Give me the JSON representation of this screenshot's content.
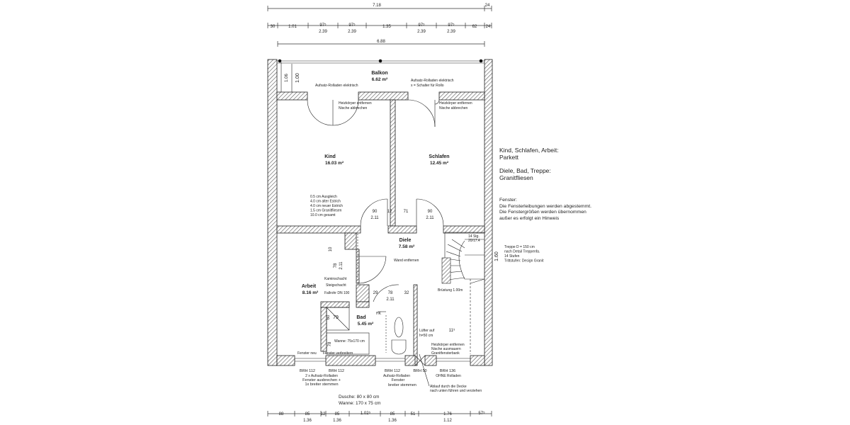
{
  "rooms": {
    "balkon": {
      "name": "Balkon",
      "area": "6.62 m²"
    },
    "kind": {
      "name": "Kind",
      "area": "16.03 m²"
    },
    "schlafen": {
      "name": "Schlafen",
      "area": "12.45 m²"
    },
    "diele": {
      "name": "Diele",
      "area": "7.58 m²"
    },
    "arbeit": {
      "name": "Arbeit",
      "area": "8.16 m²"
    },
    "bad": {
      "name": "Bad",
      "area": "5.45 m²"
    }
  },
  "top_dims": {
    "overall": "7.18",
    "overall_right": "24",
    "row": [
      "30",
      "1.01",
      "97⁵",
      "97⁵",
      "1.35",
      "97⁵",
      "97⁵",
      "62",
      "24"
    ],
    "row_sub": [
      "2.39",
      "2.39",
      "2.39",
      "2.39"
    ],
    "inner": "6.88"
  },
  "bottom_dims": {
    "row": [
      "88",
      "85",
      "12",
      "85",
      "1.02⁵",
      "85",
      "51",
      "1.76",
      "57⁵"
    ],
    "row_sub": [
      "1.36",
      "1.36",
      "1.36",
      "1.12"
    ]
  },
  "plan_labels": {
    "balkon_depth_1": "1.06",
    "balkon_depth_2": "1.00",
    "rollladen_left": "Aufsatz-Rolladen elektrisch",
    "rollladen_right_1": "Aufsatz-Rolladen elektrisch",
    "rollladen_right_2": "x = Schalter für Rollo",
    "heiz_left_1": "Heizkörper entfernen",
    "heiz_left_2": "Nische abbrechen",
    "heiz_right_1": "Heizkörper entfernen",
    "heiz_right_2": "Nische abbrechen",
    "floor_build": [
      "0.5 cm Ausgleich",
      "4.0 cm alter Estrich",
      "4.0 cm neuer Estrich",
      "1.5 cm Granitfliesen",
      "10.0 cm gesamt"
    ],
    "door_kind_w": "90",
    "door_kind_h": "2.11",
    "door_12": "12",
    "door_71": "71",
    "door_schlafen_w": "90",
    "door_schlafen_h": "2.11",
    "stair_steps": "14 Stg.",
    "stair_ratio": "20/17.4",
    "stair_dim": "1.60",
    "stair_note": [
      "Treppe D = 150 cm",
      "nach Detail Treppenfa.",
      "14 Stufen",
      "Trittstufen: Design Granit"
    ],
    "bruestung": "Brüstung 1.00m",
    "wand_entfernen": "Wand entfernen",
    "dim_10": "10",
    "door_arbeit_w": "78",
    "door_arbeit_h": "2.11",
    "kamin_1": "Kaminschacht",
    "kamin_2": "Steigschacht",
    "kamin_3": "Fallrohr DN 100",
    "bad_29": "29",
    "bad_door_w": "78",
    "bad_door_h": "2.11",
    "bad_32": "32",
    "hk": "HK",
    "bad_79": "79",
    "bad_60": "60",
    "bad_78": "78",
    "wanne": "Wanne: 75x170 cm",
    "luefter_1": "Lüfter auf",
    "luefter_2": "h=50 cm",
    "heiz_bad_1": "Heizkörper entfernen",
    "heiz_bad_2": "Nische ausmauern",
    "heiz_bad_3": "Granitfensterbank",
    "fenster_neu": "Fenster neu",
    "fenster_verbreitern": "Fenster verbreitern",
    "eleven": "11⁵"
  },
  "brh": {
    "brh1": "BRH 112",
    "brh2": "BRH 112",
    "brh3": "BRH 112",
    "brh4": "BRH 50",
    "brh5": "BRH 136",
    "sub_left_1": "2 x Aufsatz-Rolladen",
    "sub_left_2": "Fenster ausbrechen +",
    "sub_left_3": "1x breiter stemmen",
    "sub_mid_1": "Aufsatz-Rolladen",
    "sub_mid_2": "Fenster",
    "sub_mid_3": "breiter stemmen",
    "sub_right": "OHNE Rolladen",
    "ablauf_1": "Ablauf durch die Decke",
    "ablauf_2": "nach unten führen und verziehen"
  },
  "sizes": {
    "dusche": "Dusche:  80 x 80 cm",
    "wanne": "Wanne:  170 x 75 cm"
  },
  "legend": {
    "line1": "Kind, Schlafen, Arbeit:",
    "line2": "Parkett",
    "line3": "Diele, Bad, Treppe:",
    "line4": "Granitfliesen",
    "fenster_1": "Fenster:",
    "fenster_2": "Die Fensterleibungen werden abgestemmt.",
    "fenster_3": "Die Fenstergrößen werden übernommen",
    "fenster_4": "außer es erfolgt ein Hinweis"
  },
  "colors": {
    "wall_hatch": "#555555",
    "line": "#222222"
  }
}
